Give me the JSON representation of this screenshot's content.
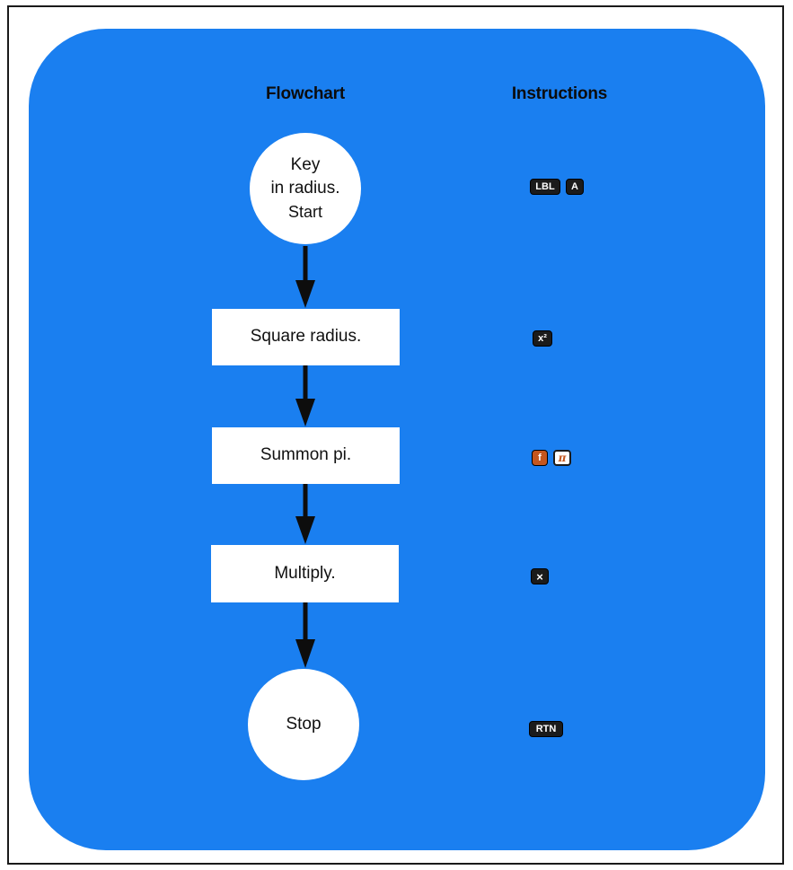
{
  "colors": {
    "panel": "#1a7ff0",
    "node": "#ffffff",
    "arrow": "#0d0d0d",
    "key_dark": "#1b1b1b",
    "key_gold": "#c4561e"
  },
  "headings": {
    "flowchart": "Flowchart",
    "instructions": "Instructions"
  },
  "nodes": {
    "start": {
      "line1": "Key",
      "line2": "in radius.",
      "line3": "Start"
    },
    "square": "Square radius.",
    "pi": "Summon pi.",
    "multiply": "Multiply.",
    "stop": "Stop"
  },
  "keys": {
    "lbl": "LBL",
    "a": "A",
    "x_squared": "x²",
    "f": "f",
    "pi": "π",
    "times": "×",
    "rtn": "RTN"
  }
}
